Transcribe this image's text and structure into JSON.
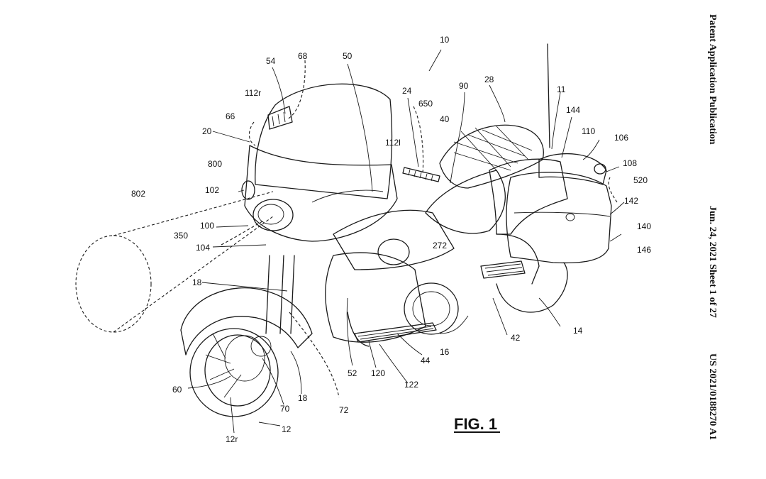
{
  "header": {
    "publication": "Patent Application Publication",
    "date_sheet": "Jun. 24, 2021  Sheet 1 of 27",
    "number": "US 2021/0188270 A1"
  },
  "figure": {
    "caption": "FIG. 1"
  },
  "reference_numerals": [
    "10",
    "54",
    "68",
    "50",
    "24",
    "650",
    "90",
    "28",
    "11",
    "144",
    "110",
    "106",
    "108",
    "520",
    "112r",
    "66",
    "20",
    "112l",
    "40",
    "800",
    "102",
    "802",
    "100",
    "350",
    "104",
    "142",
    "140",
    "146",
    "272",
    "18",
    "42",
    "14",
    "16",
    "44",
    "52",
    "120",
    "122",
    "18",
    "60",
    "70",
    "72",
    "12r",
    "12"
  ]
}
